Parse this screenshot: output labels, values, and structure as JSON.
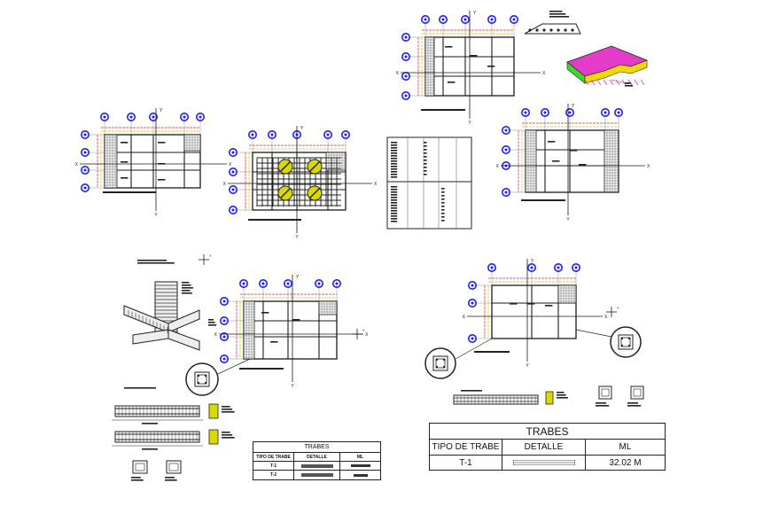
{
  "axis_labels": {
    "x": "X",
    "y": "Y"
  },
  "table_large": {
    "title": "TRABES",
    "headers": [
      "TIPO DE TRABE",
      "DETALLE",
      "ML"
    ],
    "rows": [
      {
        "tipo": "T-1",
        "ml": "32.02 M"
      }
    ]
  },
  "table_small": {
    "title": "TRABES",
    "headers": [
      "TIPO DE TRABE",
      "DETALLE",
      "ML"
    ],
    "rows": [
      {
        "tipo": "T-1"
      },
      {
        "tipo": "T-2"
      }
    ]
  },
  "colors": {
    "line": "#1a1a1a",
    "grid_bubble": "#1d1dff",
    "dim_red": "#e0203a",
    "dim_yellow": "#d8c400",
    "accent_magenta": "#e23cc8",
    "accent_green": "#39d82a",
    "hatch_yellow": "#d9d900"
  }
}
